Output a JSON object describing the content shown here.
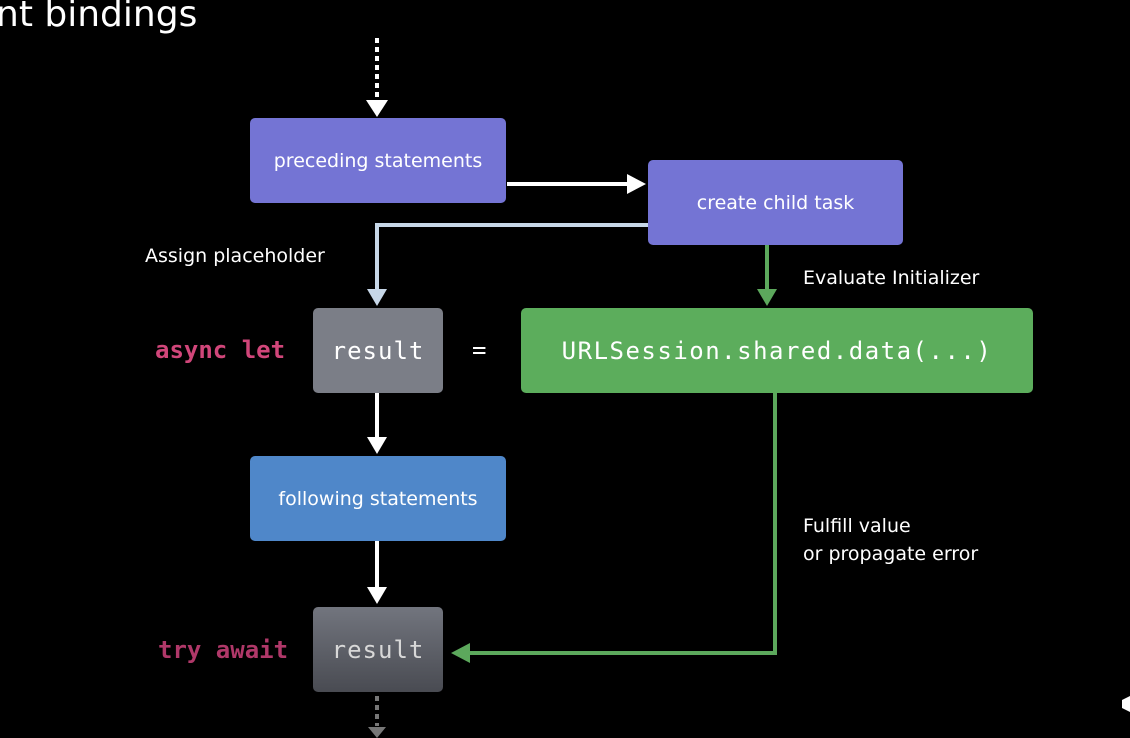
{
  "title": "nt bindings",
  "boxes": {
    "preceding": "preceding statements",
    "create_child_task": "create child task",
    "result_assign": "result",
    "initializer": "URLSession.shared.data(...)",
    "following": "following statements",
    "result_await": "result"
  },
  "keywords": {
    "async_let": "async let",
    "try_await": "try await",
    "equals": "="
  },
  "labels": {
    "assign_placeholder": "Assign placeholder",
    "evaluate_initializer": "Evaluate Initializer",
    "fulfill_line1": "Fulfill value",
    "fulfill_line2": "or propagate error"
  },
  "colors": {
    "background": "#000000",
    "purple_box": "#7474d4",
    "gray_box": "#7b7e87",
    "green_box": "#5cad5c",
    "blue_box": "#4f87c9",
    "keyword_pink": "#d1467a",
    "arrow_white": "#ffffff",
    "arrow_lightblue": "#c7d7e8",
    "arrow_green": "#5ca85c",
    "arrow_gray": "#777777"
  }
}
